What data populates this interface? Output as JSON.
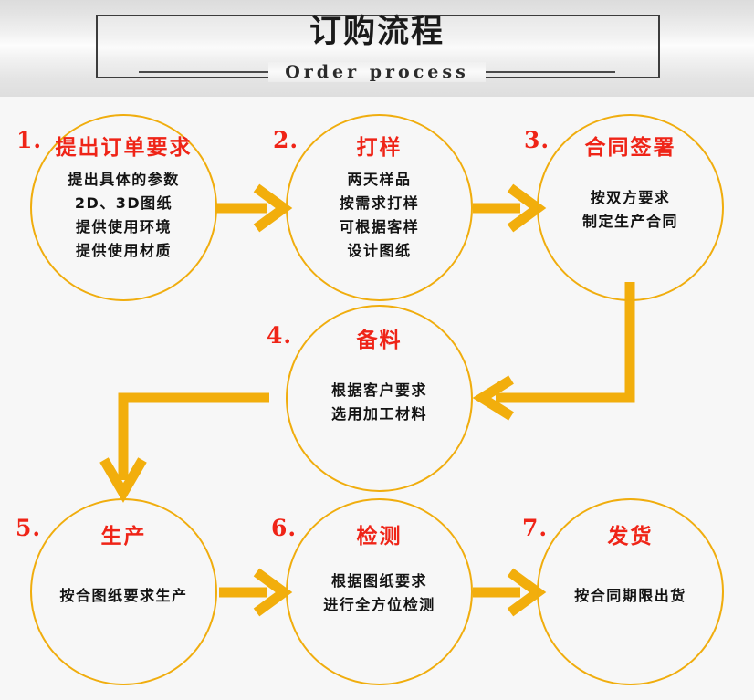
{
  "header": {
    "title": "订购流程",
    "subtitle": "Order process"
  },
  "colors": {
    "accent": "#f0ad0e",
    "arrow": "#f2ae0c",
    "title_red": "#ef2417",
    "body_text": "#131313",
    "banner_border": "#3c3c3c",
    "page_background": "#f7f7f7"
  },
  "flow": {
    "nodes": [
      {
        "num": "1.",
        "title": "提出订单要求",
        "lines": [
          "提出具体的参数",
          "2D、3D图纸",
          "提供使用环境",
          "提供使用材质"
        ]
      },
      {
        "num": "2.",
        "title": "打样",
        "lines": [
          "两天样品",
          "按需求打样",
          "可根据客样",
          "设计图纸"
        ]
      },
      {
        "num": "3.",
        "title": "合同签署",
        "lines": [
          "按双方要求",
          "制定生产合同"
        ]
      },
      {
        "num": "4.",
        "title": "备料",
        "lines": [
          "根据客户要求",
          "选用加工材料"
        ]
      },
      {
        "num": "5.",
        "title": "生产",
        "lines": [
          "按合图纸要求生产"
        ]
      },
      {
        "num": "6.",
        "title": "检测",
        "lines": [
          "根据图纸要求",
          "进行全方位检测"
        ]
      },
      {
        "num": "7.",
        "title": "发货",
        "lines": [
          "按合同期限出货"
        ]
      }
    ],
    "connectors": [
      {
        "name": "arrow-1-to-2",
        "direction": "right"
      },
      {
        "name": "arrow-2-to-3",
        "direction": "right"
      },
      {
        "name": "arrow-3-to-4",
        "direction": "down-left"
      },
      {
        "name": "arrow-4-to-5",
        "direction": "left-down"
      },
      {
        "name": "arrow-5-to-6",
        "direction": "right"
      },
      {
        "name": "arrow-6-to-7",
        "direction": "right"
      }
    ]
  }
}
